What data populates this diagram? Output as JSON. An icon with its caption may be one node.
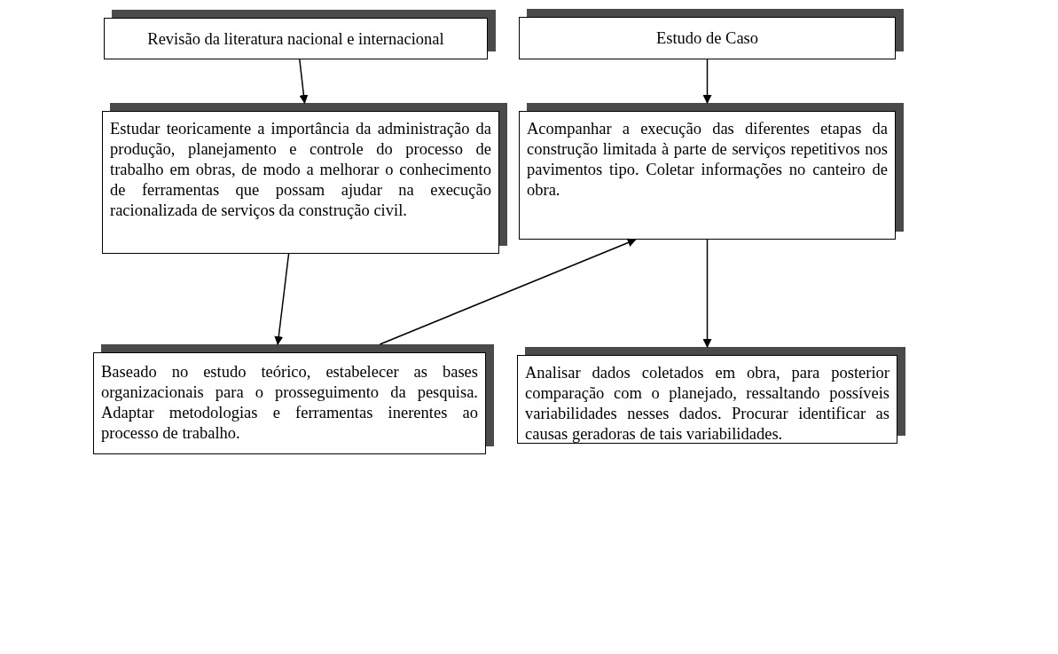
{
  "diagram": {
    "nodes": [
      {
        "text": [
          "Revisão da literatura nacional e internacional"
        ]
      },
      {
        "text": [
          "Estudo de Caso"
        ]
      },
      {
        "text": [
          "Estudar teoricamente a importância da administração da produção, planejamento e controle do processo de trabalho em obras, de modo a melhorar o conhecimento de ferramentas que possam ajudar na execução racionalizada de serviços da construção civil."
        ]
      },
      {
        "text": [
          "Acompanhar a execução das diferentes etapas da construção limitada à parte de serviços repetitivos nos pavimentos tipo. Coletar informações no canteiro de obra."
        ]
      },
      {
        "text": [
          "Baseado no estudo teórico, estabelecer as bases organizacionais para o prosseguimento da pesquisa. Adaptar metodologias e ferramentas inerentes ao processo de trabalho."
        ]
      },
      {
        "text": [
          "Analisar dados coletados em obra, para posterior comparação com o planejado, ressaltando possíveis variabilidades nesses dados. Procurar identificar as causas geradoras de tais variabilidades."
        ]
      }
    ],
    "edges": [
      {
        "from": 0,
        "to": 2,
        "arrow": "to"
      },
      {
        "from": 1,
        "to": 3,
        "arrow": "to"
      },
      {
        "from": 2,
        "to": 4,
        "arrow": "to"
      },
      {
        "from": 4,
        "to": 3,
        "arrow": "to"
      },
      {
        "from": 3,
        "to": 5,
        "arrow": "to"
      }
    ]
  }
}
